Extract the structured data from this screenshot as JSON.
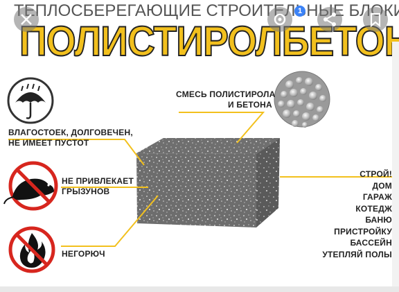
{
  "header": {
    "subtitle": "ТЕПЛОСБЕРЕГАЮЩИЕ СТРОИТЕЛЬНЫЕ БЛОКИ",
    "title": "ПОЛИСТИРОЛБЕТОН"
  },
  "overlay": {
    "close_icon": "close-icon",
    "lens_icon": "lens-icon",
    "share_icon": "share-icon",
    "bookmark_icon": "bookmark-icon",
    "badge_count": "1"
  },
  "features": {
    "moisture": {
      "line1": "ВЛАГОСТОЕК, ДОЛГОВЕЧЕН,",
      "line2": "НЕ ИМЕЕТ ПУСТОТ",
      "icon": "umbrella-rain-icon"
    },
    "rodents": {
      "line1": "НЕ ПРИВЛЕКАЕТ",
      "line2": "ГРЫЗУНОВ",
      "icon": "no-rodent-icon"
    },
    "fire": {
      "line1": "НЕГОРЮЧ",
      "icon": "no-fire-icon"
    },
    "mix": {
      "line1": "СМЕСЬ ПОЛИСТИРОЛА",
      "line2": "И БЕТОНА",
      "icon": "granule-texture-icon"
    }
  },
  "uses": {
    "heading": "СТРОЙ!",
    "items": [
      "ДОМ",
      "ГАРАЖ",
      "КОТЕДЖ",
      "БАНЮ",
      "ПРИСТРОЙКУ",
      "БАССЕЙН",
      "УТЕПЛЯЙ ПОЛЫ"
    ]
  },
  "colors": {
    "accent": "#f2c01d",
    "title_outline": "#222222",
    "prohibit_red": "#d7261e",
    "block_gray": "#6f6f6f",
    "text": "#222222"
  }
}
